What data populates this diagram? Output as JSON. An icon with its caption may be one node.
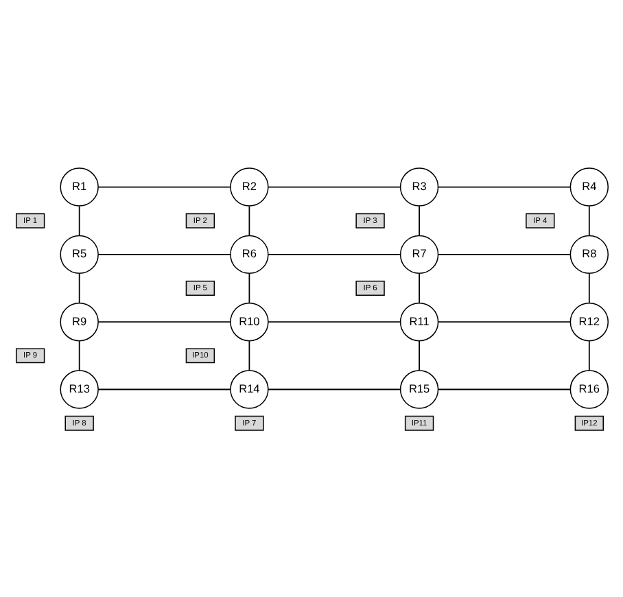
{
  "diagram": {
    "nodes": [
      {
        "text": [
          "R1"
        ]
      },
      {
        "text": [
          "R2"
        ]
      },
      {
        "text": [
          "R3"
        ]
      },
      {
        "text": [
          "R4"
        ]
      },
      {
        "text": [
          "R5"
        ]
      },
      {
        "text": [
          "R6"
        ]
      },
      {
        "text": [
          "R7"
        ]
      },
      {
        "text": [
          "R8"
        ]
      },
      {
        "text": [
          "R9"
        ]
      },
      {
        "text": [
          "R10"
        ]
      },
      {
        "text": [
          "R11"
        ]
      },
      {
        "text": [
          "R12"
        ]
      },
      {
        "text": [
          "R13"
        ]
      },
      {
        "text": [
          "R14"
        ]
      },
      {
        "text": [
          "R15"
        ]
      },
      {
        "text": [
          "R16"
        ]
      },
      {
        "text": [
          "IP 1"
        ]
      },
      {
        "text": [
          "IP 2"
        ]
      },
      {
        "text": [
          "IP 3"
        ]
      },
      {
        "text": [
          "IP 4"
        ]
      },
      {
        "text": [
          "IP 5"
        ]
      },
      {
        "text": [
          "IP 6"
        ]
      },
      {
        "text": [
          "IP 9"
        ]
      },
      {
        "text": [
          "IP10"
        ]
      },
      {
        "text": [
          "IP 8"
        ]
      },
      {
        "text": [
          "IP 7"
        ]
      },
      {
        "text": [
          "IP11"
        ]
      },
      {
        "text": [
          "IP12"
        ]
      }
    ],
    "edges": [
      {
        "from": 0,
        "to": 1,
        "arrow": "none"
      },
      {
        "from": 1,
        "to": 2,
        "arrow": "none"
      },
      {
        "from": 2,
        "to": 3,
        "arrow": "none"
      },
      {
        "from": 0,
        "to": 4,
        "arrow": "none"
      },
      {
        "from": 1,
        "to": 5,
        "arrow": "none"
      },
      {
        "from": 2,
        "to": 6,
        "arrow": "none"
      },
      {
        "from": 3,
        "to": 7,
        "arrow": "none"
      },
      {
        "from": 4,
        "to": 5,
        "arrow": "none"
      },
      {
        "from": 5,
        "to": 6,
        "arrow": "none"
      },
      {
        "from": 6,
        "to": 7,
        "arrow": "none"
      },
      {
        "from": 4,
        "to": 8,
        "arrow": "none"
      },
      {
        "from": 5,
        "to": 9,
        "arrow": "none"
      },
      {
        "from": 6,
        "to": 10,
        "arrow": "none"
      },
      {
        "from": 7,
        "to": 11,
        "arrow": "none"
      },
      {
        "from": 8,
        "to": 9,
        "arrow": "none"
      },
      {
        "from": 9,
        "to": 10,
        "arrow": "none"
      },
      {
        "from": 10,
        "to": 11,
        "arrow": "none"
      },
      {
        "from": 8,
        "to": 12,
        "arrow": "none"
      },
      {
        "from": 9,
        "to": 13,
        "arrow": "none"
      },
      {
        "from": 10,
        "to": 14,
        "arrow": "none"
      },
      {
        "from": 11,
        "to": 15,
        "arrow": "none"
      },
      {
        "from": 12,
        "to": 13,
        "arrow": "none"
      },
      {
        "from": 13,
        "to": 14,
        "arrow": "none"
      },
      {
        "from": 14,
        "to": 15,
        "arrow": "none"
      }
    ]
  }
}
